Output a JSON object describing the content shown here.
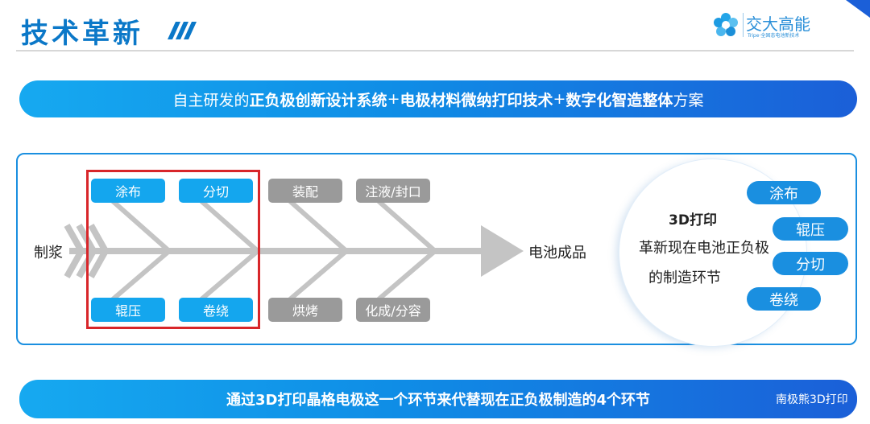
{
  "header": {
    "title": "技术革新",
    "logo_name": "交大高能",
    "logo_sub": "Tripe·全固态电池新技术"
  },
  "banner_top": {
    "part1": "自主研发的",
    "bold1": "正负极创新设计系统",
    "plus1": "+",
    "bold2": "电极材料微纳打印技术",
    "plus2": "+",
    "bold3": "数字化智造整体",
    "part2": "方案"
  },
  "diagram": {
    "start_label": "制浆",
    "end_label": "电池成品",
    "top_steps": [
      "涂布",
      "分切",
      "装配",
      "注液/封口"
    ],
    "bottom_steps": [
      "辊压",
      "卷绕",
      "烘烤",
      "化成/分容"
    ],
    "colors": {
      "highlighted": "#14a6ee",
      "normal": "#9a9a9a",
      "frame": "#d8262a"
    }
  },
  "circle": {
    "title": "3D打印",
    "line1": "革新现在电池正负极",
    "line2": "的制造环节",
    "pills": [
      "涂布",
      "辊压",
      "分切",
      "卷绕"
    ]
  },
  "banner_bottom": {
    "text": "通过3D打印晶格电极这一个环节来代替现在正负极制造的4个环节"
  },
  "watermark": "南极熊3D打印"
}
